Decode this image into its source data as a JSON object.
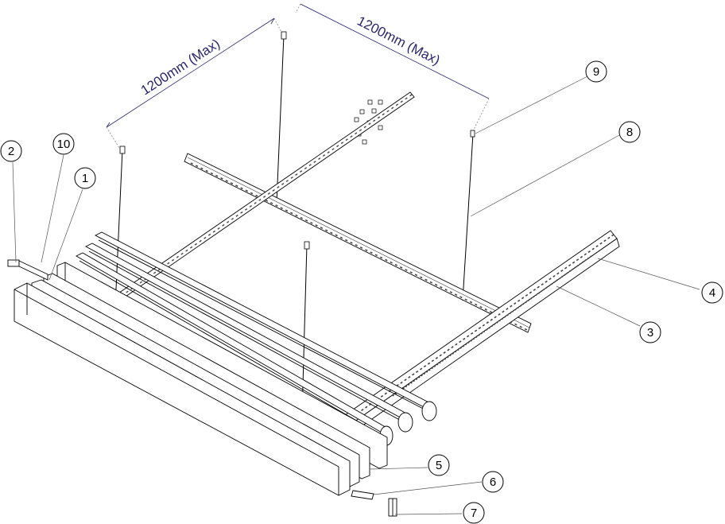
{
  "dimensions": [
    {
      "id": "dim-left",
      "label": "1200mm (Max)"
    },
    {
      "id": "dim-right",
      "label": "1200mm (Max)"
    }
  ],
  "callouts": [
    {
      "id": "1",
      "label": "1"
    },
    {
      "id": "2",
      "label": "2"
    },
    {
      "id": "3",
      "label": "3"
    },
    {
      "id": "4",
      "label": "4"
    },
    {
      "id": "5",
      "label": "5"
    },
    {
      "id": "6",
      "label": "6"
    },
    {
      "id": "7",
      "label": "7"
    },
    {
      "id": "8",
      "label": "8"
    },
    {
      "id": "9",
      "label": "9"
    },
    {
      "id": "10",
      "label": "10"
    }
  ],
  "colors": {
    "line": "#000000",
    "thin_line": "#555555",
    "dimension": "#2a2470",
    "panel_fill": "#ffffff"
  }
}
